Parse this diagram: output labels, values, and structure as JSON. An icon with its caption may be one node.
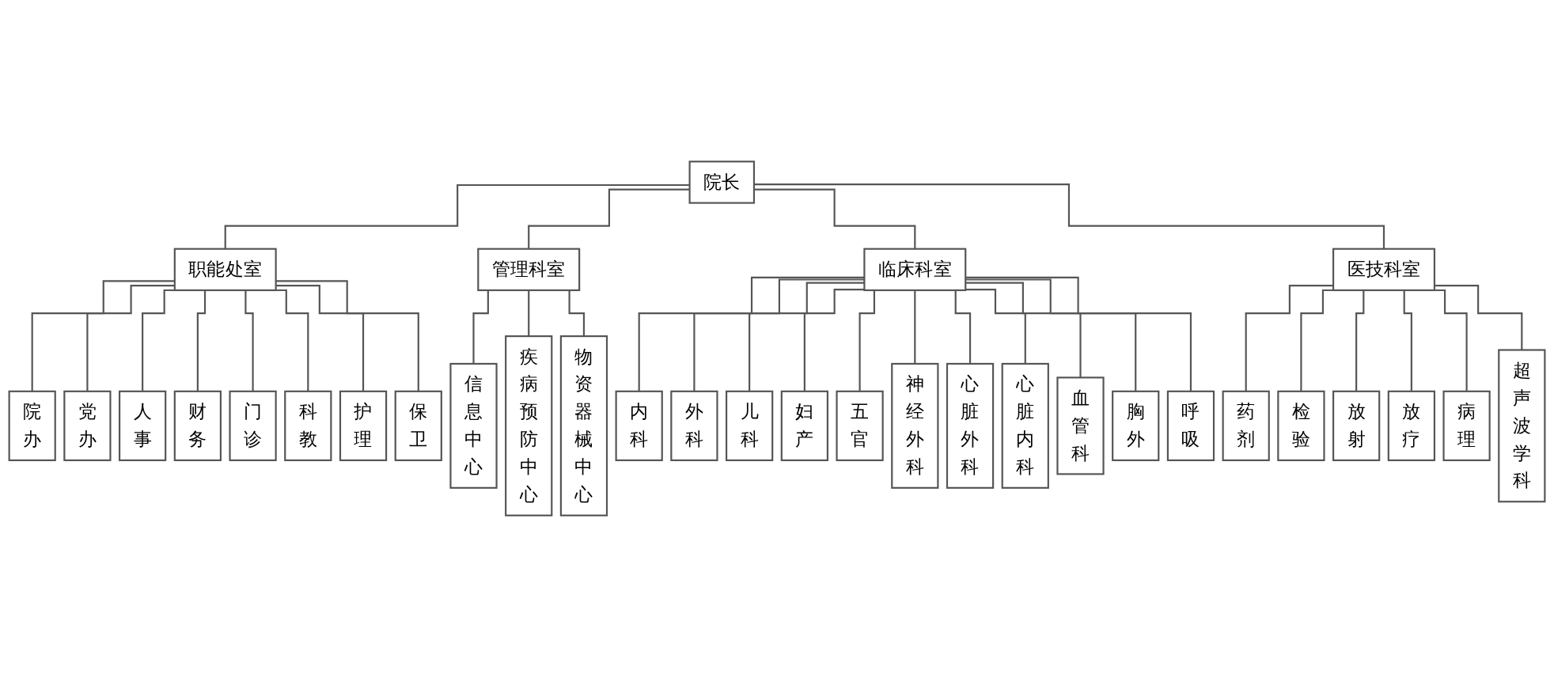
{
  "diagram": {
    "nodes": [
      {
        "text": [
          "院长"
        ]
      },
      {
        "text": [
          "职能处室"
        ]
      },
      {
        "text": [
          "管理科室"
        ]
      },
      {
        "text": [
          "临床科室"
        ]
      },
      {
        "text": [
          "医技科室"
        ]
      },
      {
        "text": [
          "院办"
        ]
      },
      {
        "text": [
          "党办"
        ]
      },
      {
        "text": [
          "人事"
        ]
      },
      {
        "text": [
          "财务"
        ]
      },
      {
        "text": [
          "门诊"
        ]
      },
      {
        "text": [
          "科教"
        ]
      },
      {
        "text": [
          "护理"
        ]
      },
      {
        "text": [
          "保卫"
        ]
      },
      {
        "text": [
          "信息中心"
        ]
      },
      {
        "text": [
          "疾病预防中心"
        ]
      },
      {
        "text": [
          "物资器械中心"
        ]
      },
      {
        "text": [
          "内科"
        ]
      },
      {
        "text": [
          "外科"
        ]
      },
      {
        "text": [
          "儿科"
        ]
      },
      {
        "text": [
          "妇产"
        ]
      },
      {
        "text": [
          "五官"
        ]
      },
      {
        "text": [
          "神经外科"
        ]
      },
      {
        "text": [
          "心脏外科"
        ]
      },
      {
        "text": [
          "心脏内科"
        ]
      },
      {
        "text": [
          "血管科"
        ]
      },
      {
        "text": [
          "胸外"
        ]
      },
      {
        "text": [
          "呼吸"
        ]
      },
      {
        "text": [
          "药剂"
        ]
      },
      {
        "text": [
          "检验"
        ]
      },
      {
        "text": [
          "放射"
        ]
      },
      {
        "text": [
          "放疗"
        ]
      },
      {
        "text": [
          "病理"
        ]
      },
      {
        "text": [
          "超声波学科"
        ]
      }
    ],
    "edges": [
      {
        "from": 0,
        "to": 1,
        "arrow": "none"
      },
      {
        "from": 0,
        "to": 2,
        "arrow": "none"
      },
      {
        "from": 0,
        "to": 3,
        "arrow": "none"
      },
      {
        "from": 0,
        "to": 4,
        "arrow": "none"
      },
      {
        "from": 1,
        "to": 5,
        "arrow": "none"
      },
      {
        "from": 1,
        "to": 6,
        "arrow": "none"
      },
      {
        "from": 1,
        "to": 7,
        "arrow": "none"
      },
      {
        "from": 1,
        "to": 8,
        "arrow": "none"
      },
      {
        "from": 1,
        "to": 9,
        "arrow": "none"
      },
      {
        "from": 1,
        "to": 10,
        "arrow": "none"
      },
      {
        "from": 1,
        "to": 11,
        "arrow": "none"
      },
      {
        "from": 1,
        "to": 12,
        "arrow": "none"
      },
      {
        "from": 2,
        "to": 13,
        "arrow": "none"
      },
      {
        "from": 2,
        "to": 14,
        "arrow": "none"
      },
      {
        "from": 2,
        "to": 15,
        "arrow": "none"
      },
      {
        "from": 3,
        "to": 16,
        "arrow": "none"
      },
      {
        "from": 3,
        "to": 17,
        "arrow": "none"
      },
      {
        "from": 3,
        "to": 18,
        "arrow": "none"
      },
      {
        "from": 3,
        "to": 19,
        "arrow": "none"
      },
      {
        "from": 3,
        "to": 20,
        "arrow": "none"
      },
      {
        "from": 3,
        "to": 21,
        "arrow": "none"
      },
      {
        "from": 3,
        "to": 22,
        "arrow": "none"
      },
      {
        "from": 3,
        "to": 23,
        "arrow": "none"
      },
      {
        "from": 3,
        "to": 24,
        "arrow": "none"
      },
      {
        "from": 3,
        "to": 25,
        "arrow": "none"
      },
      {
        "from": 3,
        "to": 26,
        "arrow": "none"
      },
      {
        "from": 4,
        "to": 27,
        "arrow": "none"
      },
      {
        "from": 4,
        "to": 28,
        "arrow": "none"
      },
      {
        "from": 4,
        "to": 29,
        "arrow": "none"
      },
      {
        "from": 4,
        "to": 30,
        "arrow": "none"
      },
      {
        "from": 4,
        "to": 31,
        "arrow": "none"
      },
      {
        "from": 4,
        "to": 32,
        "arrow": "none"
      }
    ]
  }
}
